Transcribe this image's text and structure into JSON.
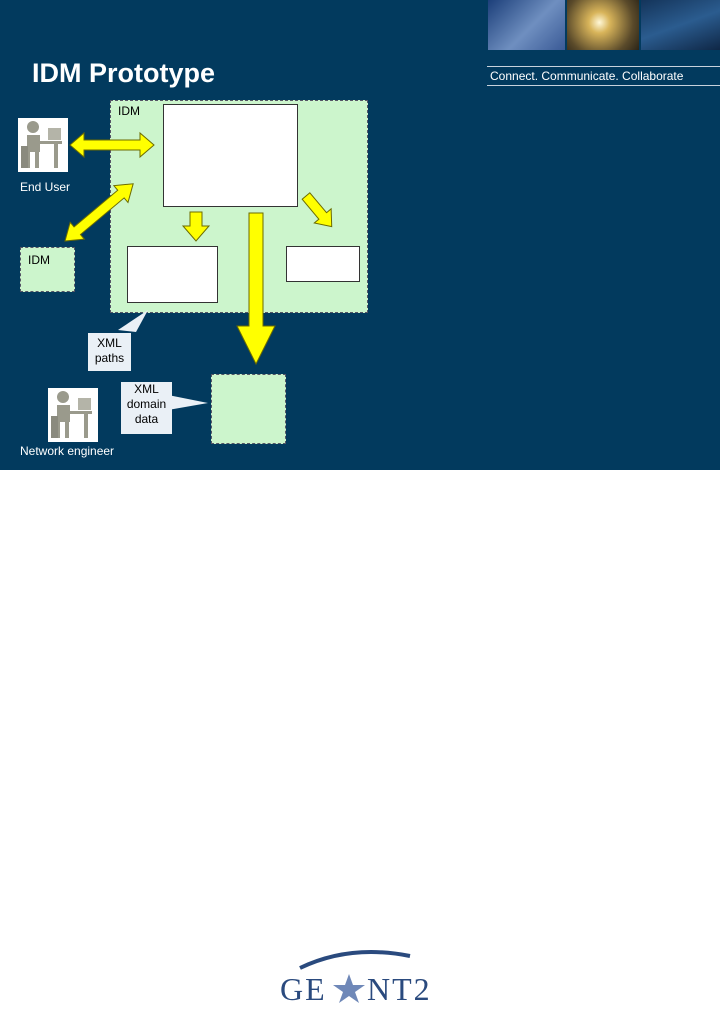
{
  "slide": {
    "title": "IDM Prototype",
    "tagline": "Connect. Communicate. Collaborate"
  },
  "diagram": {
    "idm_main_label": "IDM",
    "idm_small_label": "IDM",
    "end_user_label": "End User",
    "network_engineer_label": "Network engineer",
    "xml_paths_note": "XML paths",
    "xml_domain_data_note": "XML domain data"
  },
  "footer": {
    "logo_text": "GEANT2"
  },
  "colors": {
    "background": "#023a5e",
    "green_box": "#ccf5cc",
    "arrow_yellow": "#ffff00"
  }
}
